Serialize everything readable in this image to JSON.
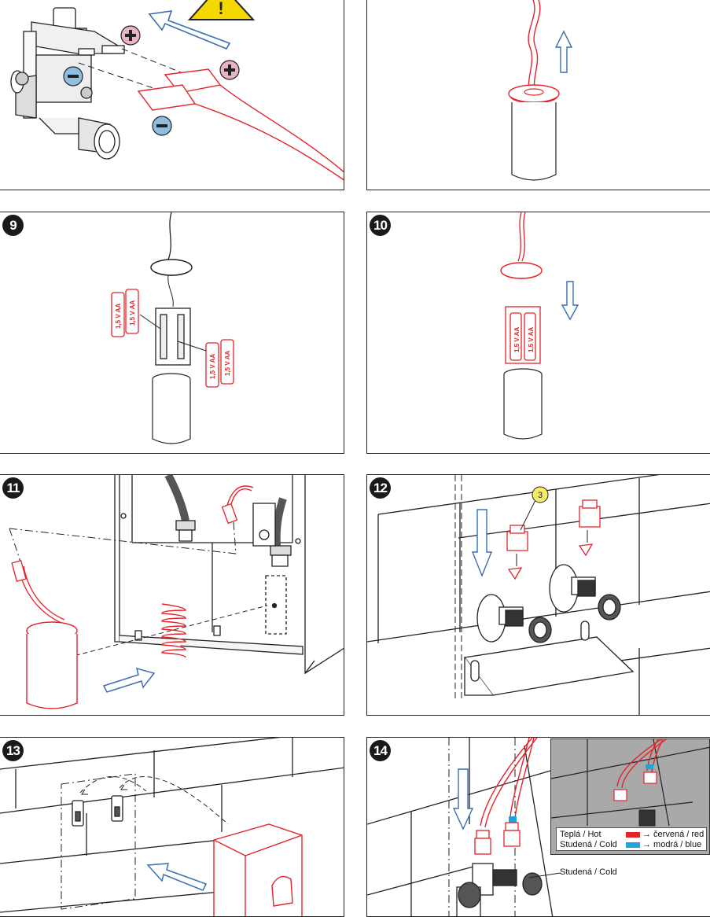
{
  "steps": {
    "s9": "9",
    "s10": "10",
    "s11": "11",
    "s12": "12",
    "s13": "13",
    "s14": "14"
  },
  "battery_label": "1,5 V AA",
  "fitting_callout": "3",
  "warning_symbol": "!",
  "legend": {
    "hot": "Teplá / Hot",
    "cold": "Studená / Cold",
    "red": "→ červená / red",
    "blue": "→ modrá / blue"
  },
  "cold_label": "Studená / Cold",
  "colors": {
    "accent_red": "#e3242b",
    "arrow_blue": "#3a6fb0",
    "cold_blue": "#1fa3e0",
    "warning_yellow": "#f5d800",
    "plus_badge": "#e8b4c4",
    "minus_badge": "#8fbfe0"
  }
}
